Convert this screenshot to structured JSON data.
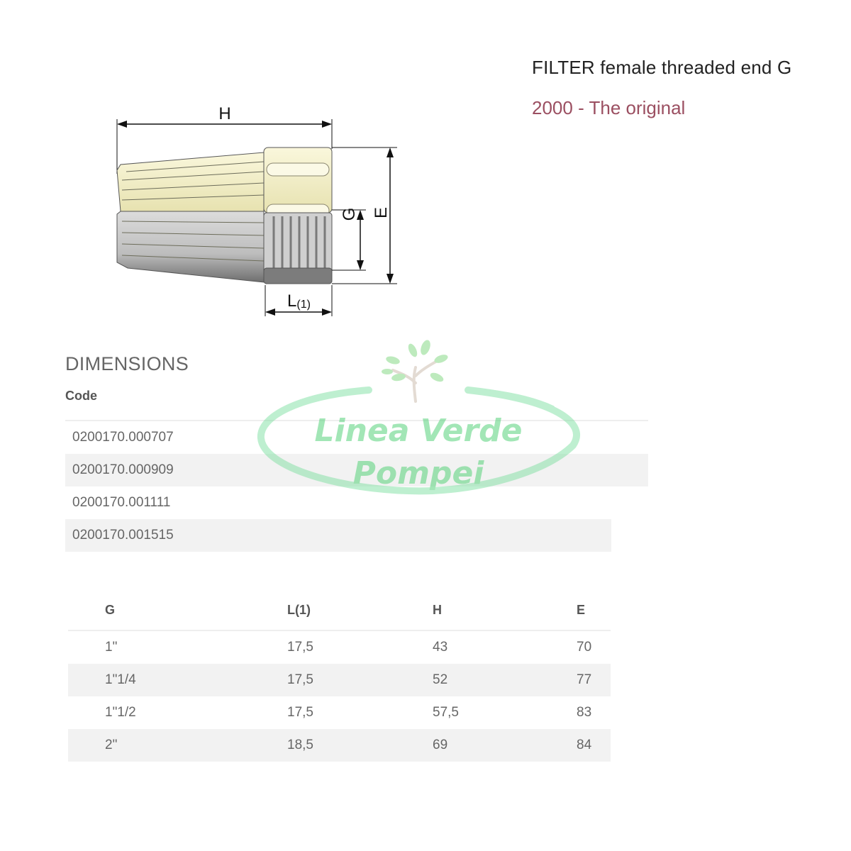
{
  "product": {
    "title": "FILTER female threaded end G",
    "subtitle": "2000 - The original"
  },
  "drawing": {
    "label_h": "H",
    "label_g": "G",
    "label_e": "E",
    "label_l": "L",
    "label_l_sub": "(1)"
  },
  "dimensions": {
    "heading": "DIMENSIONS",
    "code_header": "Code",
    "codes": [
      "0200170.000707",
      "0200170.000909",
      "0200170.001111",
      "0200170.001515"
    ],
    "columns": [
      "G",
      "L(1)",
      "H",
      "E"
    ],
    "rows": [
      [
        "1\"",
        "17,5",
        "43",
        "70"
      ],
      [
        "1\"1/4",
        "17,5",
        "52",
        "77"
      ],
      [
        "1\"1/2",
        "17,5",
        "57,5",
        "83"
      ],
      [
        "2\"",
        "18,5",
        "69",
        "84"
      ]
    ]
  },
  "watermark": {
    "line1": "Linea Verde",
    "line2": "Pompei",
    "color": "#2ecc71"
  },
  "colors": {
    "subtitle": "#9b4f61",
    "filter_body": "#f3efc4",
    "filter_grey": "#8f8f8f"
  }
}
